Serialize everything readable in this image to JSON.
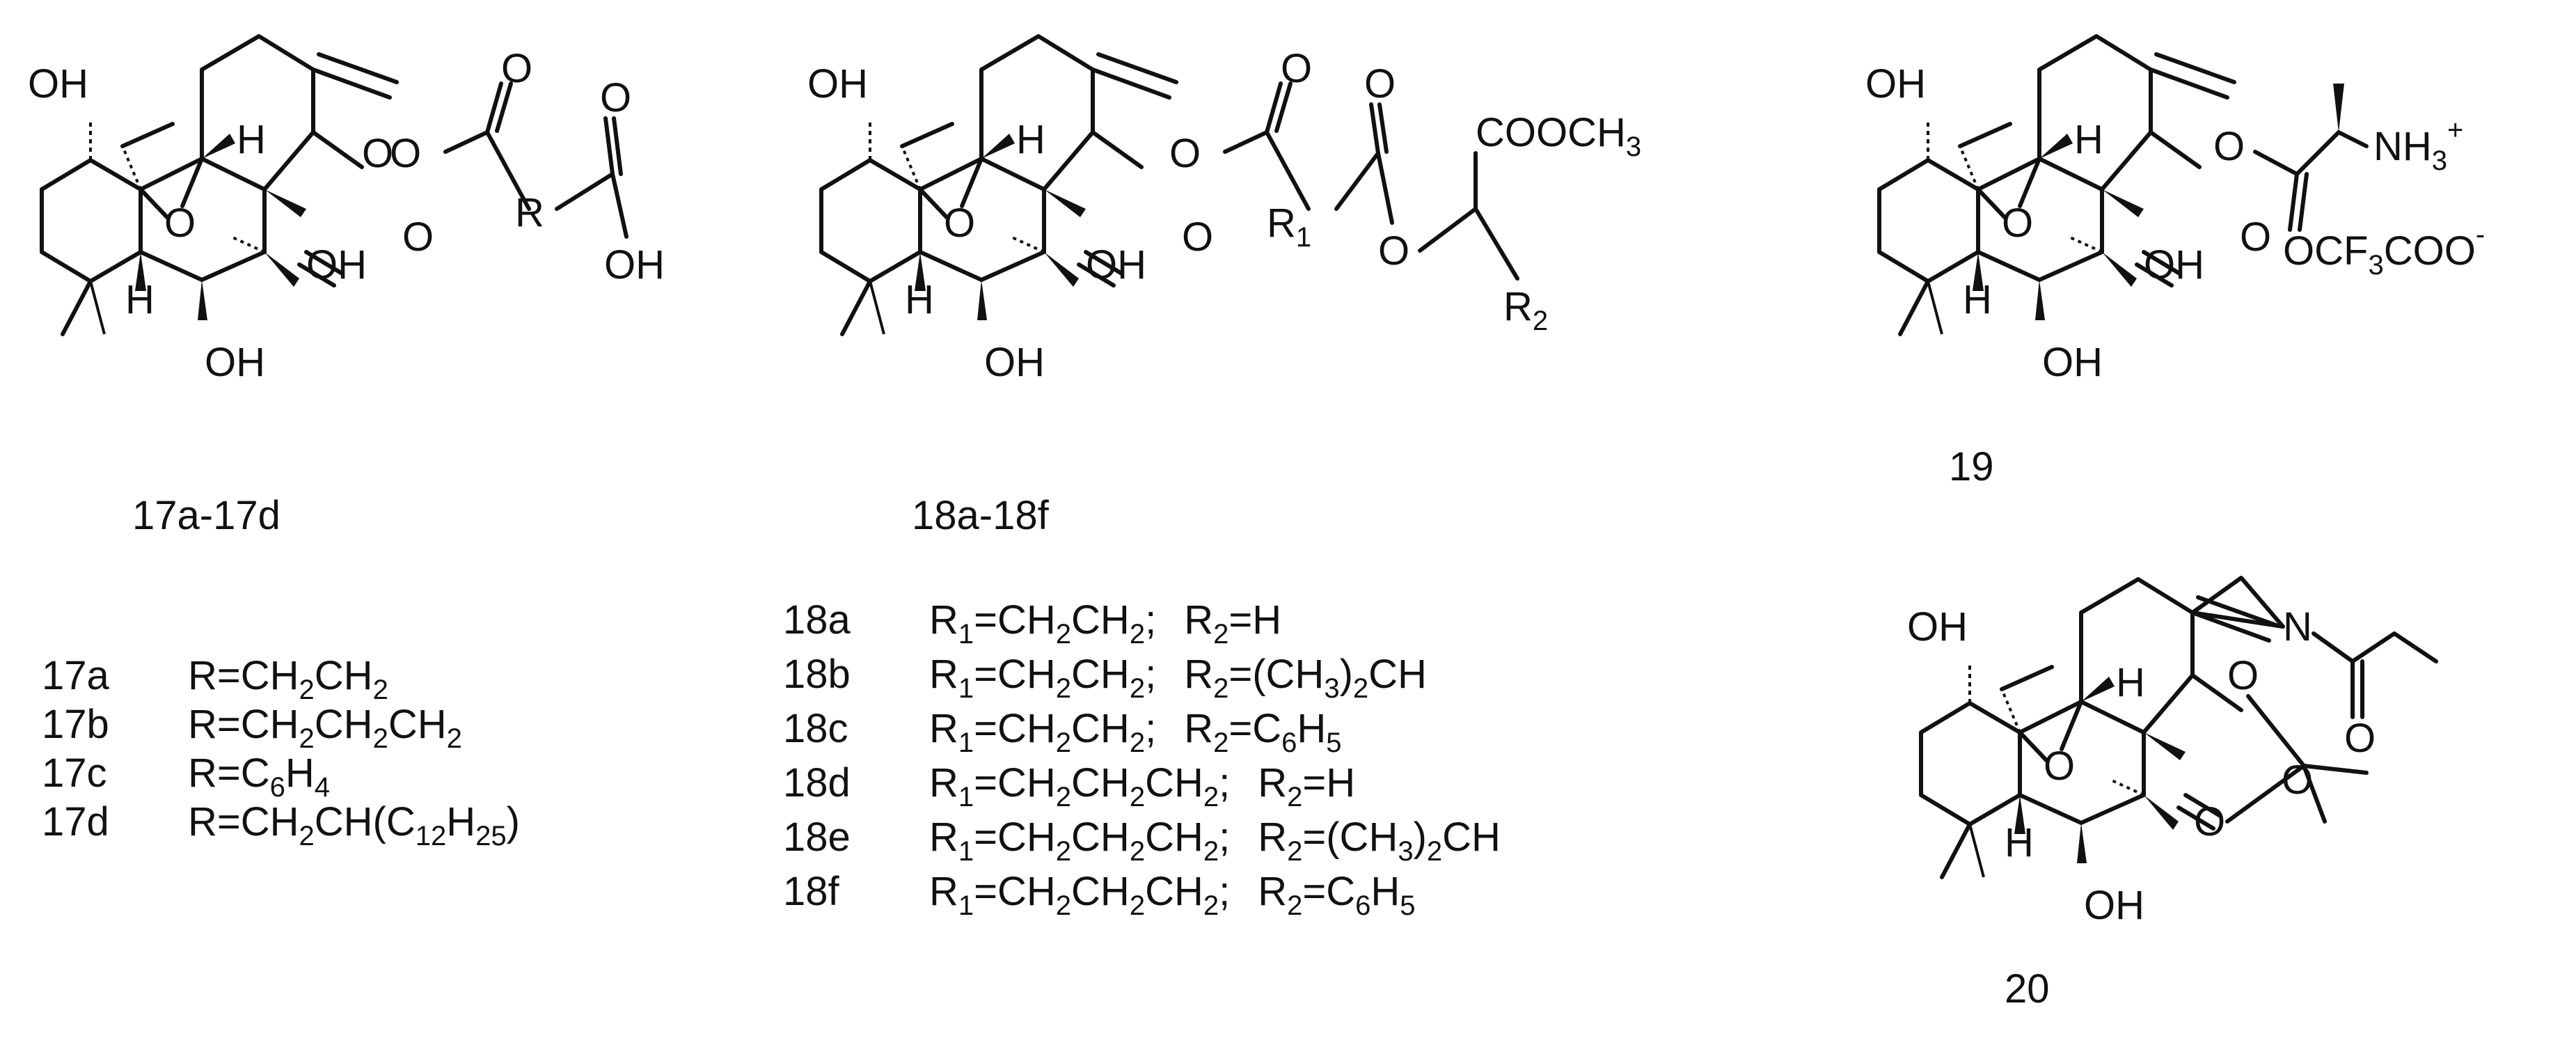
{
  "figure": {
    "compounds": {
      "c17": {
        "label": "17a-17d"
      },
      "c18": {
        "label": "18a-18f"
      },
      "c19": {
        "label": "19"
      },
      "c20": {
        "label": "20"
      }
    },
    "atoms": {
      "OH": "OH",
      "H": "H",
      "O": "O",
      "N": "N",
      "OC": "OC",
      "R": "R",
      "R1_main": "R",
      "R1_sub": "1",
      "R2_main": "R",
      "R2_sub": "2",
      "COOCH3": "COOCH",
      "COOCH3_sub": "3",
      "NH3": "NH",
      "NH3_sub": "3",
      "NH3_sup": "+",
      "TFA_a": "OCF",
      "TFA_sub": "3",
      "TFA_b": "COO",
      "TFA_sup": "-"
    },
    "substituents_17": [
      {
        "id": "17a",
        "formula": [
          [
            "R=CH",
            ""
          ],
          [
            "2",
            "sub"
          ],
          [
            "CH",
            ""
          ],
          [
            "2",
            "sub"
          ]
        ]
      },
      {
        "id": "17b",
        "formula": [
          [
            "R=CH",
            ""
          ],
          [
            "2",
            "sub"
          ],
          [
            "CH",
            ""
          ],
          [
            "2",
            "sub"
          ],
          [
            "CH",
            ""
          ],
          [
            "2",
            "sub"
          ]
        ]
      },
      {
        "id": "17c",
        "formula": [
          [
            "R=C",
            ""
          ],
          [
            "6",
            "sub"
          ],
          [
            "H",
            ""
          ],
          [
            "4",
            "sub"
          ]
        ]
      },
      {
        "id": "17d",
        "formula": [
          [
            "R=CH",
            ""
          ],
          [
            "2",
            "sub"
          ],
          [
            "CH(C",
            ""
          ],
          [
            "12",
            "sub"
          ],
          [
            "H",
            ""
          ],
          [
            "25",
            "sub"
          ],
          [
            ")",
            ""
          ]
        ]
      }
    ],
    "substituents_18": [
      {
        "id": "18a",
        "r1": [
          [
            "R",
            ""
          ],
          [
            "1",
            "sub"
          ],
          [
            "=CH",
            ""
          ],
          [
            "2",
            "sub"
          ],
          [
            "CH",
            ""
          ],
          [
            "2",
            "sub"
          ],
          [
            ";",
            ""
          ]
        ],
        "r2": [
          [
            "R",
            ""
          ],
          [
            "2",
            "sub"
          ],
          [
            "=H",
            ""
          ]
        ]
      },
      {
        "id": "18b",
        "r1": [
          [
            "R",
            ""
          ],
          [
            "1",
            "sub"
          ],
          [
            "=CH",
            ""
          ],
          [
            "2",
            "sub"
          ],
          [
            "CH",
            ""
          ],
          [
            "2",
            "sub"
          ],
          [
            ";",
            ""
          ]
        ],
        "r2": [
          [
            "R",
            ""
          ],
          [
            "2",
            "sub"
          ],
          [
            "=(CH",
            ""
          ],
          [
            "3",
            "sub"
          ],
          [
            ")",
            ""
          ],
          [
            "2",
            "sub"
          ],
          [
            "CH",
            ""
          ]
        ]
      },
      {
        "id": "18c",
        "r1": [
          [
            "R",
            ""
          ],
          [
            "1",
            "sub"
          ],
          [
            "=CH",
            ""
          ],
          [
            "2",
            "sub"
          ],
          [
            "CH",
            ""
          ],
          [
            "2",
            "sub"
          ],
          [
            ";",
            ""
          ]
        ],
        "r2": [
          [
            "R",
            ""
          ],
          [
            "2",
            "sub"
          ],
          [
            "=C",
            ""
          ],
          [
            "6",
            "sub"
          ],
          [
            "H",
            ""
          ],
          [
            "5",
            "sub"
          ]
        ]
      },
      {
        "id": "18d",
        "r1": [
          [
            "R",
            ""
          ],
          [
            "1",
            "sub"
          ],
          [
            "=CH",
            ""
          ],
          [
            "2",
            "sub"
          ],
          [
            "CH",
            ""
          ],
          [
            "2",
            "sub"
          ],
          [
            "CH",
            ""
          ],
          [
            "2",
            "sub"
          ],
          [
            ";",
            ""
          ]
        ],
        "r2": [
          [
            "R",
            ""
          ],
          [
            "2",
            "sub"
          ],
          [
            "=H",
            ""
          ]
        ]
      },
      {
        "id": "18e",
        "r1": [
          [
            "R",
            ""
          ],
          [
            "1",
            "sub"
          ],
          [
            "=CH",
            ""
          ],
          [
            "2",
            "sub"
          ],
          [
            "CH",
            ""
          ],
          [
            "2",
            "sub"
          ],
          [
            "CH",
            ""
          ],
          [
            "2",
            "sub"
          ],
          [
            ";",
            ""
          ]
        ],
        "r2": [
          [
            "R",
            ""
          ],
          [
            "2",
            "sub"
          ],
          [
            "=(CH",
            ""
          ],
          [
            "3",
            "sub"
          ],
          [
            ")",
            ""
          ],
          [
            "2",
            "sub"
          ],
          [
            "CH",
            ""
          ]
        ]
      },
      {
        "id": "18f",
        "r1": [
          [
            "R",
            ""
          ],
          [
            "1",
            "sub"
          ],
          [
            "=CH",
            ""
          ],
          [
            "2",
            "sub"
          ],
          [
            "CH",
            ""
          ],
          [
            "2",
            "sub"
          ],
          [
            "CH",
            ""
          ],
          [
            "2",
            "sub"
          ],
          [
            ";",
            ""
          ]
        ],
        "r2": [
          [
            "R",
            ""
          ],
          [
            "2",
            "sub"
          ],
          [
            "=C",
            ""
          ],
          [
            "6",
            "sub"
          ],
          [
            "H",
            ""
          ],
          [
            "5",
            "sub"
          ]
        ]
      }
    ],
    "colors": {
      "ink": "#111111",
      "background": "#ffffff"
    }
  }
}
